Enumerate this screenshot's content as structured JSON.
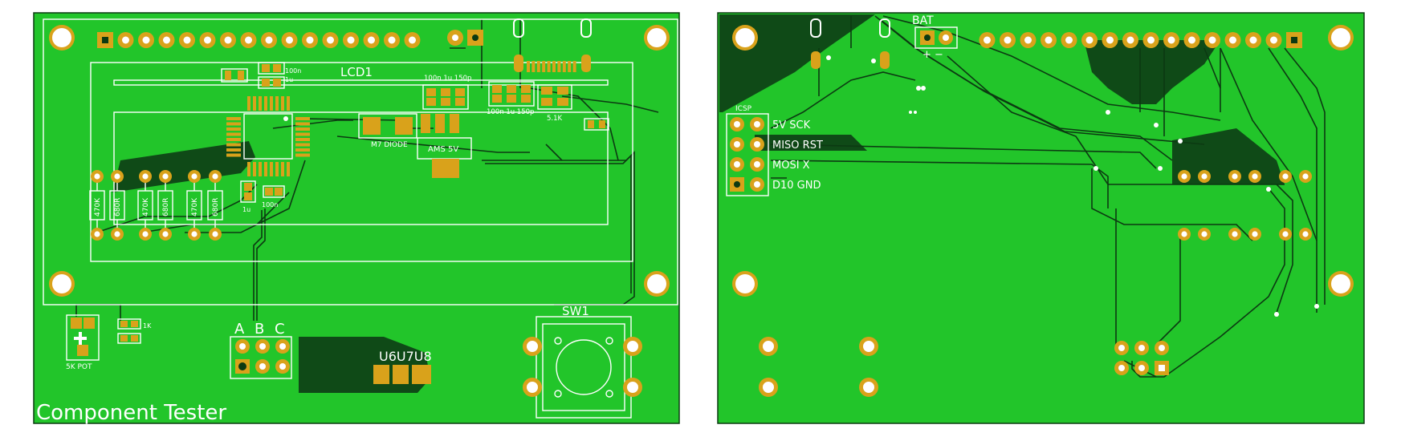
{
  "colors": {
    "board": "#22c52a",
    "pour": "#0f4a17",
    "trace": "#0c3a12",
    "pad": "#d9a21b",
    "silkscreen": "#ffffff"
  },
  "front": {
    "title": "Component Tester",
    "lcd_label": "LCD1",
    "switch_label": "SW1",
    "pot_label": "5K POT",
    "resistor_1k_label": "1K",
    "test_port_labels": [
      "A",
      "B",
      "C"
    ],
    "transistor_labels": "U6U7U8",
    "regulator_label": "AMS 5V",
    "diode_label": "M7 DIODE",
    "resistor_51k_label": "5.1K",
    "resistor_labels": [
      "470K",
      "680R",
      "470K",
      "680R",
      "470K",
      "680R"
    ],
    "cap_top_a": "100n",
    "cap_top_b": "1u",
    "cap_group_1": "100n 1u 150p",
    "cap_group_2": "100n 1u 150p",
    "cap_bottom_a": "1u",
    "cap_bottom_b": "100n"
  },
  "back": {
    "battery_label": "BAT",
    "battery_polarity": "+ −",
    "icsp_label": "ICSP",
    "icsp_rows": [
      "5V SCK",
      "MISO RST",
      "MOSI X",
      "D10 GND"
    ]
  }
}
